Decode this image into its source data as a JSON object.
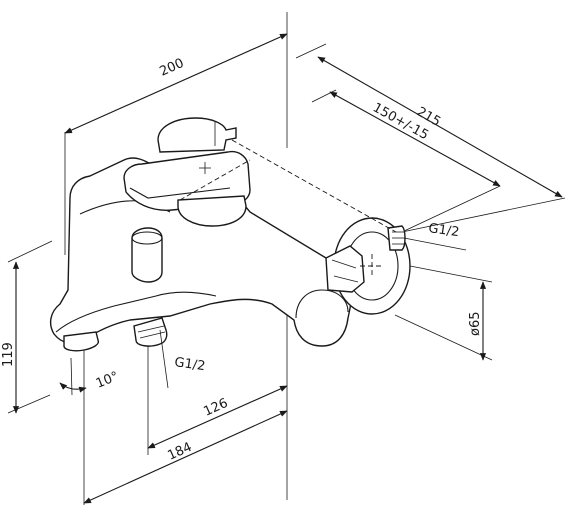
{
  "dimensions": {
    "d200": "200",
    "d215": "215",
    "d150": "150+/-15",
    "d119": "119",
    "d65": "ø65",
    "d126": "126",
    "d184": "184",
    "angle": "10°"
  },
  "labels": {
    "thread_right": "G1/2",
    "thread_bottom": "G1/2"
  }
}
